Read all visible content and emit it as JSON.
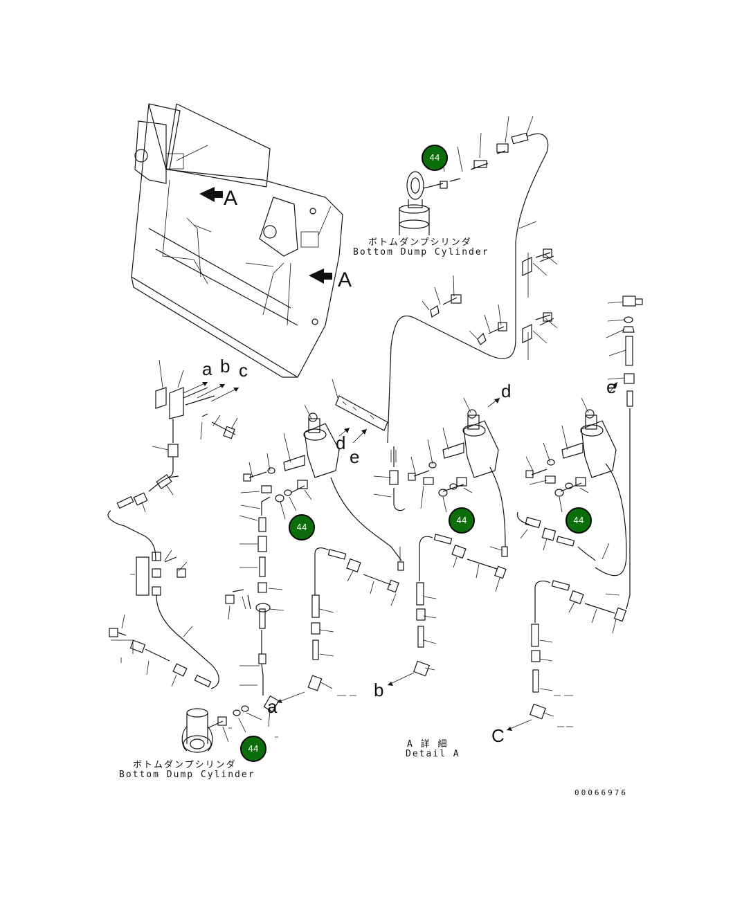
{
  "view_labels": {
    "a": "A",
    "a2": "A"
  },
  "port_labels": {
    "a_top": "a",
    "b_top": "b",
    "c_top": "c",
    "d_mid": "d",
    "e_mid": "e",
    "d_right": "d",
    "e_right": "e",
    "a_bot": "a",
    "b_bot": "b",
    "c_bot": "C"
  },
  "captions": {
    "cyl_top_jp": "ボトムダンプシリンダ",
    "cyl_top_en": "Bottom Dump Cylinder",
    "cyl_bot_jp": "ボトムダンプシリンダ",
    "cyl_bot_en": "Bottom Dump Cylinder",
    "detail_jp": "A 詳 細",
    "detail_en": "Detail A"
  },
  "drawing_number": "00066976",
  "badges": [
    {
      "label": "44"
    },
    {
      "label": "44"
    },
    {
      "label": "44"
    },
    {
      "label": "44"
    },
    {
      "label": "44"
    }
  ],
  "colors": {
    "badge_fill": "#0b6e0b",
    "ink": "#111111"
  }
}
